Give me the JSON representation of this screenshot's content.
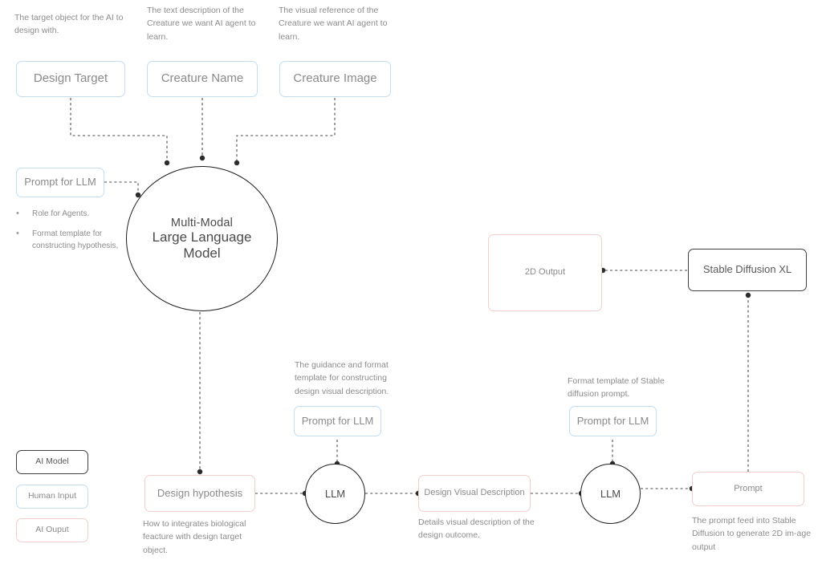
{
  "diagram": {
    "title": "Multi-Modal LLM to Stable Diffusion design pipeline",
    "colors": {
      "human_input_border": "#c3ddf2",
      "ai_output_border": "#f4cdcd",
      "ai_model_border": "#3f3f3f",
      "wire": "#4a4a4a",
      "text": "#6e6e6e",
      "caption": "#8c8c8c",
      "background": "#ffffff"
    }
  },
  "captions": {
    "design_target": "The target object for the AI to design with.",
    "creature_name": "The text description of the Creature we want AI agent to learn.",
    "creature_image": "The visual reference of the Creature we want AI agent to learn.",
    "prompt_llm_mid": "The guidance and format template for constructing design visual description.",
    "prompt_llm_right": "Format template of Stable diffusion prompt.",
    "design_hypothesis": "How to integrates biological feacture with design target object.",
    "design_visual_description": "Details visual description of the design outcome.",
    "prompt": "The prompt feed into Stable Diffusion to generate 2D im-age output"
  },
  "nodes": {
    "design_target": "Design Target",
    "creature_name": "Creature Name",
    "creature_image": "Creature Image",
    "prompt_for_llm_top": "Prompt for LLM",
    "prompt_for_llm_mid": "Prompt for LLM",
    "prompt_for_llm_right": "Prompt for LLM",
    "mllm_line1": "Multi-Modal",
    "mllm_line2": "Large Language",
    "mllm_line3": "Model",
    "llm_mid": "LLM",
    "llm_right": "LLM",
    "design_hypothesis": "Design hypothesis",
    "design_visual_description": "Design Visual Description",
    "prompt": "Prompt",
    "two_d_output": "2D Output",
    "stable_diffusion_xl": "Stable Diffusion XL"
  },
  "prompt_bullets": [
    "Role for Agents.",
    "Format template for constructing hypothesis,"
  ],
  "legend": [
    {
      "label": "AI Model",
      "style": "ai-model-box"
    },
    {
      "label": "Human Input",
      "style": "human"
    },
    {
      "label": "AI Ouput",
      "style": "ai-output"
    }
  ]
}
